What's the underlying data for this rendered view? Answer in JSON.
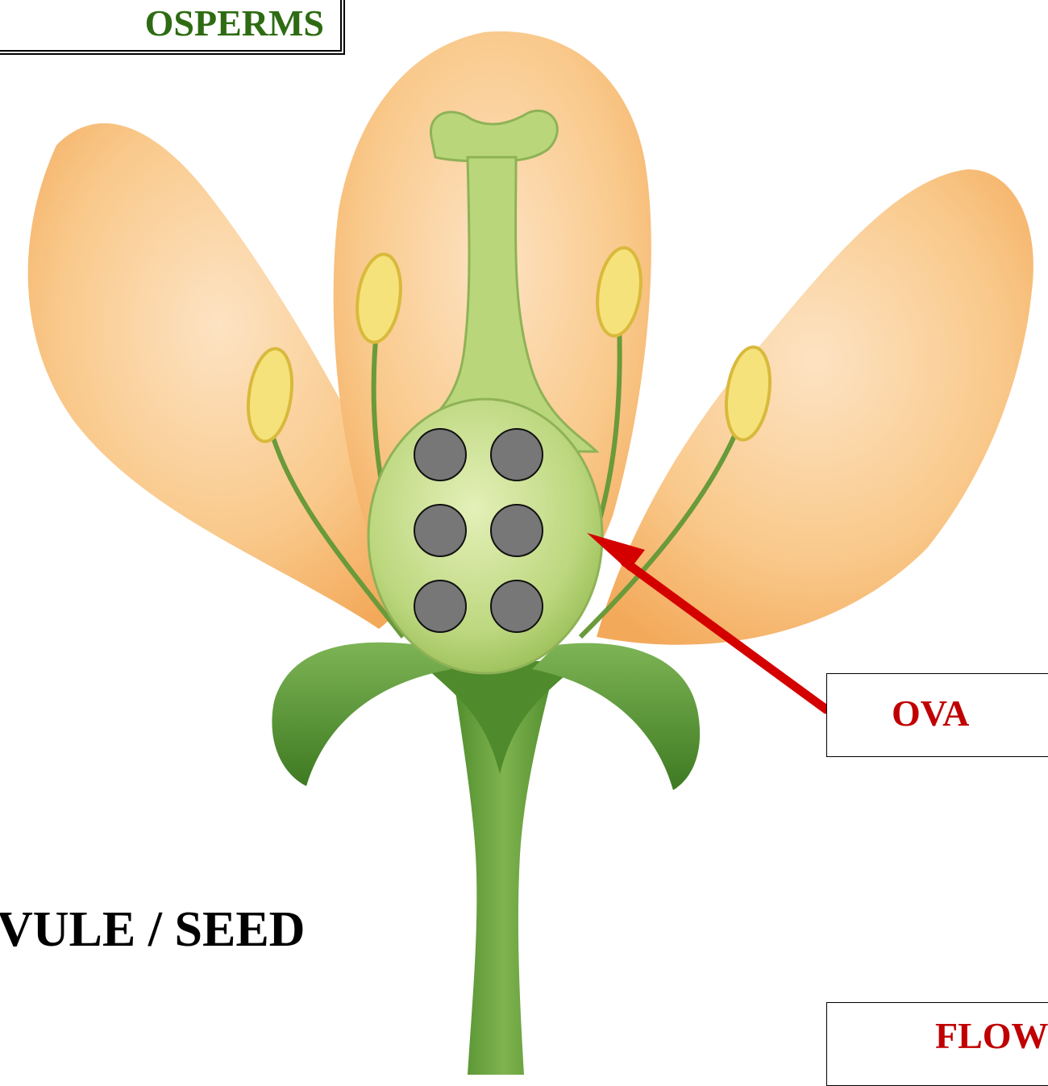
{
  "title": "OSPERMS",
  "labels": {
    "ovary": "OVA",
    "flower": "FLOW"
  },
  "ovule_label": "VULE / SEED",
  "colors": {
    "title": "#2e6b12",
    "label": "#c00000",
    "arrow": "#d40000",
    "petal": "#f7b96a",
    "pistil": "#b9d77a",
    "ovule": "#7a7a7a",
    "sepal": "#5f9f3a"
  }
}
